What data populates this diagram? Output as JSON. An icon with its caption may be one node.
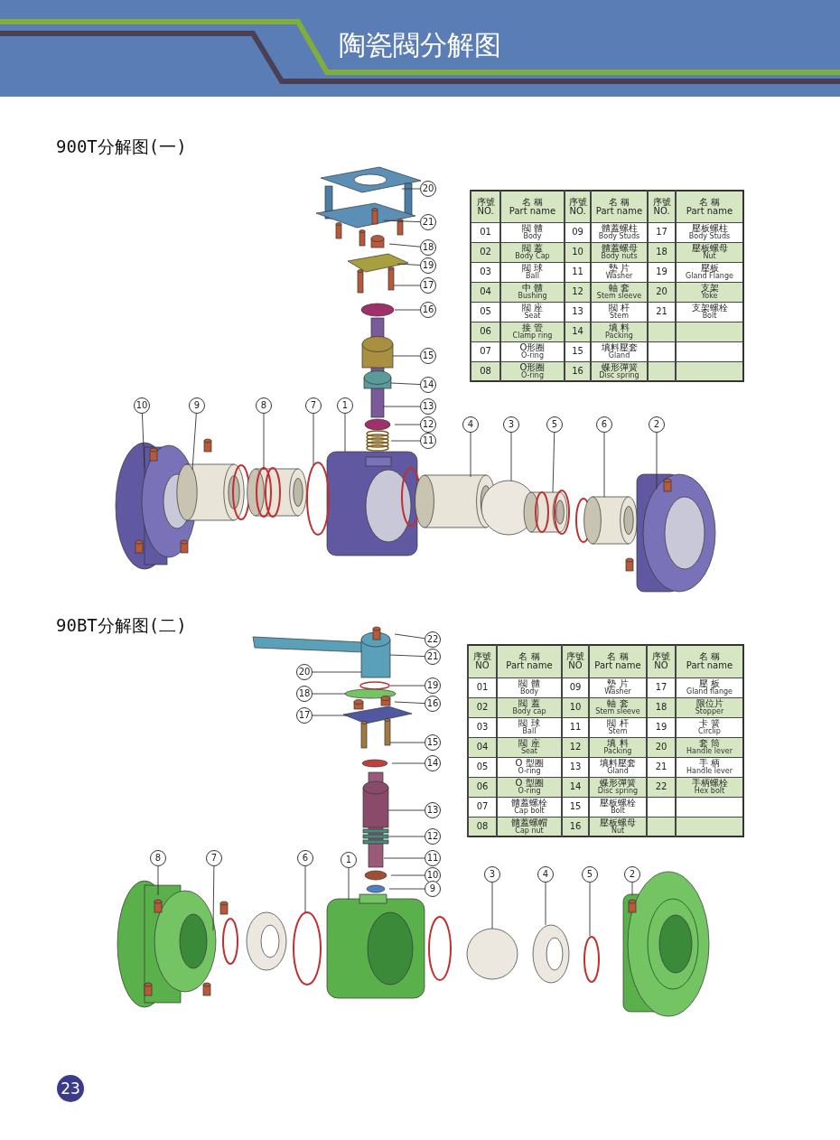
{
  "diagram": {
    "title": "陶瓷閥分解图",
    "nodes": [
      {
        "text": [
          "20"
        ]
      },
      {
        "text": [
          "21"
        ]
      },
      {
        "text": [
          "18"
        ]
      },
      {
        "text": [
          "19"
        ]
      },
      {
        "text": [
          "17"
        ]
      },
      {
        "text": [
          "16"
        ]
      },
      {
        "text": [
          "15"
        ]
      },
      {
        "text": [
          "14"
        ]
      },
      {
        "text": [
          "13"
        ]
      },
      {
        "text": [
          "12"
        ]
      },
      {
        "text": [
          "11"
        ]
      },
      {
        "text": [
          "10"
        ]
      },
      {
        "text": [
          "9"
        ]
      },
      {
        "text": [
          "8"
        ]
      },
      {
        "text": [
          "7"
        ]
      },
      {
        "text": [
          "1"
        ]
      },
      {
        "text": [
          "4"
        ]
      },
      {
        "text": [
          "3"
        ]
      },
      {
        "text": [
          "5"
        ]
      },
      {
        "text": [
          "6"
        ]
      },
      {
        "text": [
          "2"
        ]
      },
      {
        "text": [
          "22"
        ]
      },
      {
        "text": [
          "21"
        ]
      },
      {
        "text": [
          "20"
        ]
      },
      {
        "text": [
          "19"
        ]
      },
      {
        "text": [
          "18"
        ]
      },
      {
        "text": [
          "16"
        ]
      },
      {
        "text": [
          "17"
        ]
      },
      {
        "text": [
          "15"
        ]
      },
      {
        "text": [
          "14"
        ]
      },
      {
        "text": [
          "13"
        ]
      },
      {
        "text": [
          "12"
        ]
      },
      {
        "text": [
          "11"
        ]
      },
      {
        "text": [
          "10"
        ]
      },
      {
        "text": [
          "9"
        ]
      },
      {
        "text": [
          "8"
        ]
      },
      {
        "text": [
          "7"
        ]
      },
      {
        "text": [
          "6"
        ]
      },
      {
        "text": [
          "1"
        ]
      },
      {
        "text": [
          "3"
        ]
      },
      {
        "text": [
          "4"
        ]
      },
      {
        "text": [
          "5"
        ]
      },
      {
        "text": [
          "2"
        ]
      },
      {
        "text": [
          "23"
        ]
      }
    ],
    "edges": [
      {
        "from": 0,
        "to": null,
        "arrow": "none"
      },
      {
        "from": 1,
        "to": null,
        "arrow": "none"
      },
      {
        "from": 2,
        "to": null,
        "arrow": "none"
      },
      {
        "from": 3,
        "to": null,
        "arrow": "none"
      },
      {
        "from": 4,
        "to": null,
        "arrow": "none"
      },
      {
        "from": 5,
        "to": null,
        "arrow": "none"
      },
      {
        "from": 6,
        "to": null,
        "arrow": "none"
      },
      {
        "from": 7,
        "to": null,
        "arrow": "none"
      },
      {
        "from": 8,
        "to": null,
        "arrow": "none"
      },
      {
        "from": 9,
        "to": null,
        "arrow": "none"
      },
      {
        "from": 10,
        "to": null,
        "arrow": "none"
      },
      {
        "from": 11,
        "to": null,
        "arrow": "none"
      },
      {
        "from": 12,
        "to": null,
        "arrow": "none"
      },
      {
        "from": 13,
        "to": null,
        "arrow": "none"
      },
      {
        "from": 14,
        "to": null,
        "arrow": "none"
      },
      {
        "from": 15,
        "to": null,
        "arrow": "none"
      },
      {
        "from": 16,
        "to": null,
        "arrow": "none"
      },
      {
        "from": 17,
        "to": null,
        "arrow": "none"
      },
      {
        "from": 18,
        "to": null,
        "arrow": "none"
      },
      {
        "from": 19,
        "to": null,
        "arrow": "none"
      },
      {
        "from": 20,
        "to": null,
        "arrow": "none"
      },
      {
        "from": 21,
        "to": null,
        "arrow": "none"
      },
      {
        "from": 22,
        "to": null,
        "arrow": "none"
      },
      {
        "from": 23,
        "to": null,
        "arrow": "none"
      },
      {
        "from": 24,
        "to": null,
        "arrow": "none"
      },
      {
        "from": 25,
        "to": null,
        "arrow": "none"
      },
      {
        "from": 26,
        "to": null,
        "arrow": "none"
      },
      {
        "from": 27,
        "to": null,
        "arrow": "none"
      },
      {
        "from": 28,
        "to": null,
        "arrow": "none"
      },
      {
        "from": 29,
        "to": null,
        "arrow": "none"
      },
      {
        "from": 30,
        "to": null,
        "arrow": "none"
      },
      {
        "from": 31,
        "to": null,
        "arrow": "none"
      },
      {
        "from": 32,
        "to": null,
        "arrow": "none"
      },
      {
        "from": 33,
        "to": null,
        "arrow": "none"
      },
      {
        "from": 34,
        "to": null,
        "arrow": "none"
      },
      {
        "from": 35,
        "to": null,
        "arrow": "none"
      },
      {
        "from": 36,
        "to": null,
        "arrow": "none"
      },
      {
        "from": 37,
        "to": null,
        "arrow": "none"
      },
      {
        "from": 38,
        "to": null,
        "arrow": "none"
      },
      {
        "from": 39,
        "to": null,
        "arrow": "none"
      },
      {
        "from": 40,
        "to": null,
        "arrow": "none"
      },
      {
        "from": 41,
        "to": null,
        "arrow": "none"
      },
      {
        "from": 42,
        "to": null,
        "arrow": "none"
      }
    ],
    "labels": [
      "900T分解图(一)",
      "序號",
      "NO.",
      "名 稱",
      "Part name",
      "序號",
      "NO.",
      "名 稱",
      "Part name",
      "序號",
      "NO.",
      "名 稱",
      "Part name",
      "01",
      "閥 體",
      "Body",
      "09",
      "體蓋螺柱",
      "Body Studs",
      "17",
      "壓板螺柱",
      "Body Studs",
      "02",
      "閥 蓋",
      "Body Cap",
      "10",
      "體蓋螺母",
      "Body nuts",
      "18",
      "壓板螺母",
      "Nut",
      "03",
      "閥 球",
      "Ball",
      "11",
      "墊 片",
      "Washer",
      "19",
      "壓板",
      "Gland Flange",
      "04",
      "中 體",
      "Bushing",
      "12",
      "軸 套",
      "Stem sleeve",
      "20",
      "支架",
      "Yoke",
      "05",
      "閥 座",
      "Seat",
      "13",
      "閥 杆",
      "Stem",
      "21",
      "支架螺栓",
      "Bolt",
      "06",
      "接 管",
      "Clamp ring",
      "14",
      "填 料",
      "Packing",
      "07",
      "O形圈",
      "O-ring",
      "15",
      "填料壓套",
      "Gland",
      "08",
      "O形圈",
      "O-ring",
      "16",
      "蝶形彈簧",
      "Disc spring",
      "90BT分解图(二)",
      "序號",
      "NO",
      "名 稱",
      "Part name",
      "序號",
      "NO",
      "名 稱",
      "Part name",
      "序號",
      "NO",
      "名 稱",
      "Part name",
      "01",
      "閥 體",
      "Body",
      "09",
      "墊 片",
      "Washer",
      "17",
      "壓 板",
      "Gland flange",
      "02",
      "閥 蓋",
      "Body cap",
      "10",
      "軸 套",
      "Stem sleeve",
      "18",
      "限位片",
      "Stopper",
      "03",
      "閥 球",
      "Ball",
      "11",
      "閥 杆",
      "Stem",
      "19",
      "卡 簧",
      "Circlip",
      "04",
      "閥 座",
      "Seat",
      "12",
      "填 料",
      "Packing",
      "20",
      "套 筒",
      "Handle lever",
      "05",
      "O 型圈",
      "O-ring",
      "13",
      "填料壓套",
      "Gland",
      "21",
      "手 柄",
      "Handle lever",
      "06",
      "O 型圈",
      "O-ring",
      "14",
      "蝶形彈簧",
      "Disc spring",
      "22",
      "手柄螺栓",
      "Hex bolt",
      "07",
      "體蓋螺栓",
      "Cap bolt",
      "15",
      "壓板螺栓",
      "Bolt",
      "08",
      "體蓋螺帽",
      "Cap nut",
      "16",
      "壓板螺母",
      "Nut"
    ]
  }
}
